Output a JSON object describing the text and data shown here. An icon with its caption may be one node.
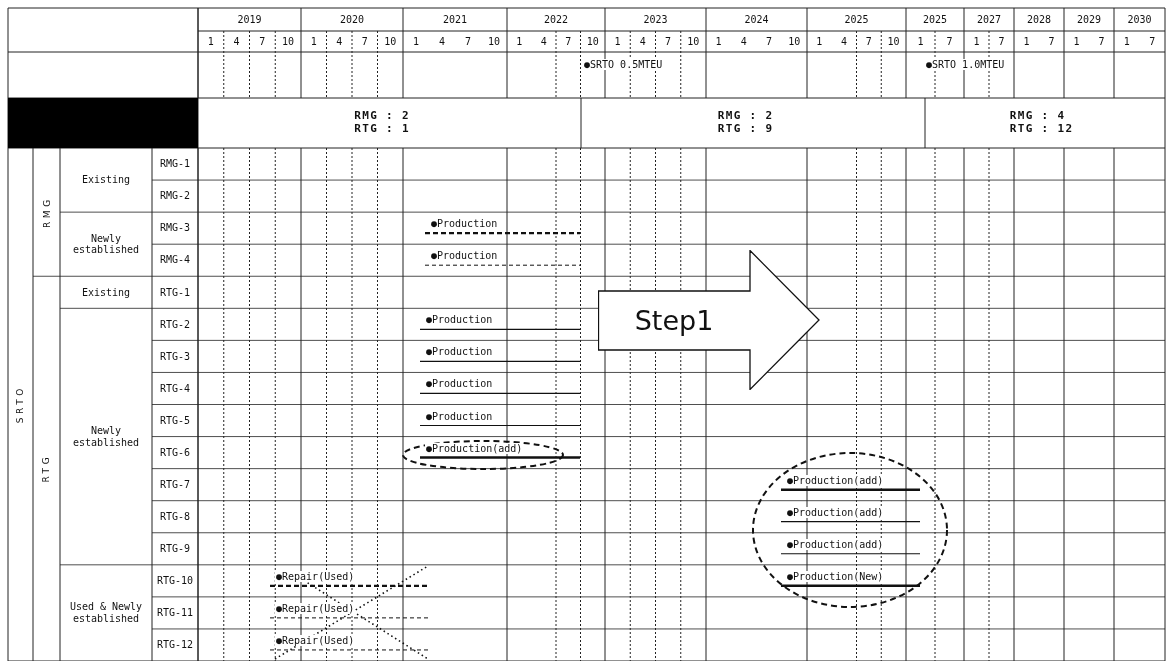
{
  "diagram": {
    "nodes": [
      {
        "text": [
          "Step1"
        ]
      }
    ],
    "labels": [
      "2019",
      "2020",
      "2021",
      "2022",
      "2023",
      "2024",
      "2025",
      "2025",
      "2027",
      "2028",
      "2029",
      "2030",
      "1",
      "4",
      "7",
      "10",
      "1",
      "4",
      "7",
      "10",
      "1",
      "4",
      "7",
      "10",
      "1",
      "4",
      "7",
      "10",
      "1",
      "4",
      "7",
      "10",
      "1",
      "4",
      "7",
      "10",
      "1",
      "4",
      "7",
      "10",
      "1",
      "7",
      "1",
      "7",
      "1",
      "7",
      "1",
      "7",
      "1",
      "7",
      "●SRTO 0.5MTEU",
      "●SRTO 1.0MTEU",
      "RMG : 2 RTG : 1",
      "RMG : 2 RTG : 9",
      "RMG : 4 RTG : 12",
      "SRTO",
      "RMG",
      "Existing",
      "RMG-1",
      "RMG-2",
      "Newly established",
      "RMG-3",
      "●Production",
      "RMG-4",
      "●Production",
      "RTG",
      "Existing",
      "RTG-1",
      "Newly established",
      "RTG-2",
      "●Production",
      "RTG-3",
      "●Production",
      "RTG-4",
      "●Production",
      "RTG-5",
      "●Production",
      "RTG-6",
      "●Production(add)",
      "RTG-7",
      "●Production(add)",
      "RTG-8",
      "●Production(add)",
      "RTG-9",
      "●Production(add)",
      "Used & Newly established",
      "RTG-10",
      "●Repair(Used)",
      "●Production(New)",
      "RTG-11",
      "●Repair(Used)",
      "RTG-12",
      "●Repair(Used)"
    ]
  }
}
